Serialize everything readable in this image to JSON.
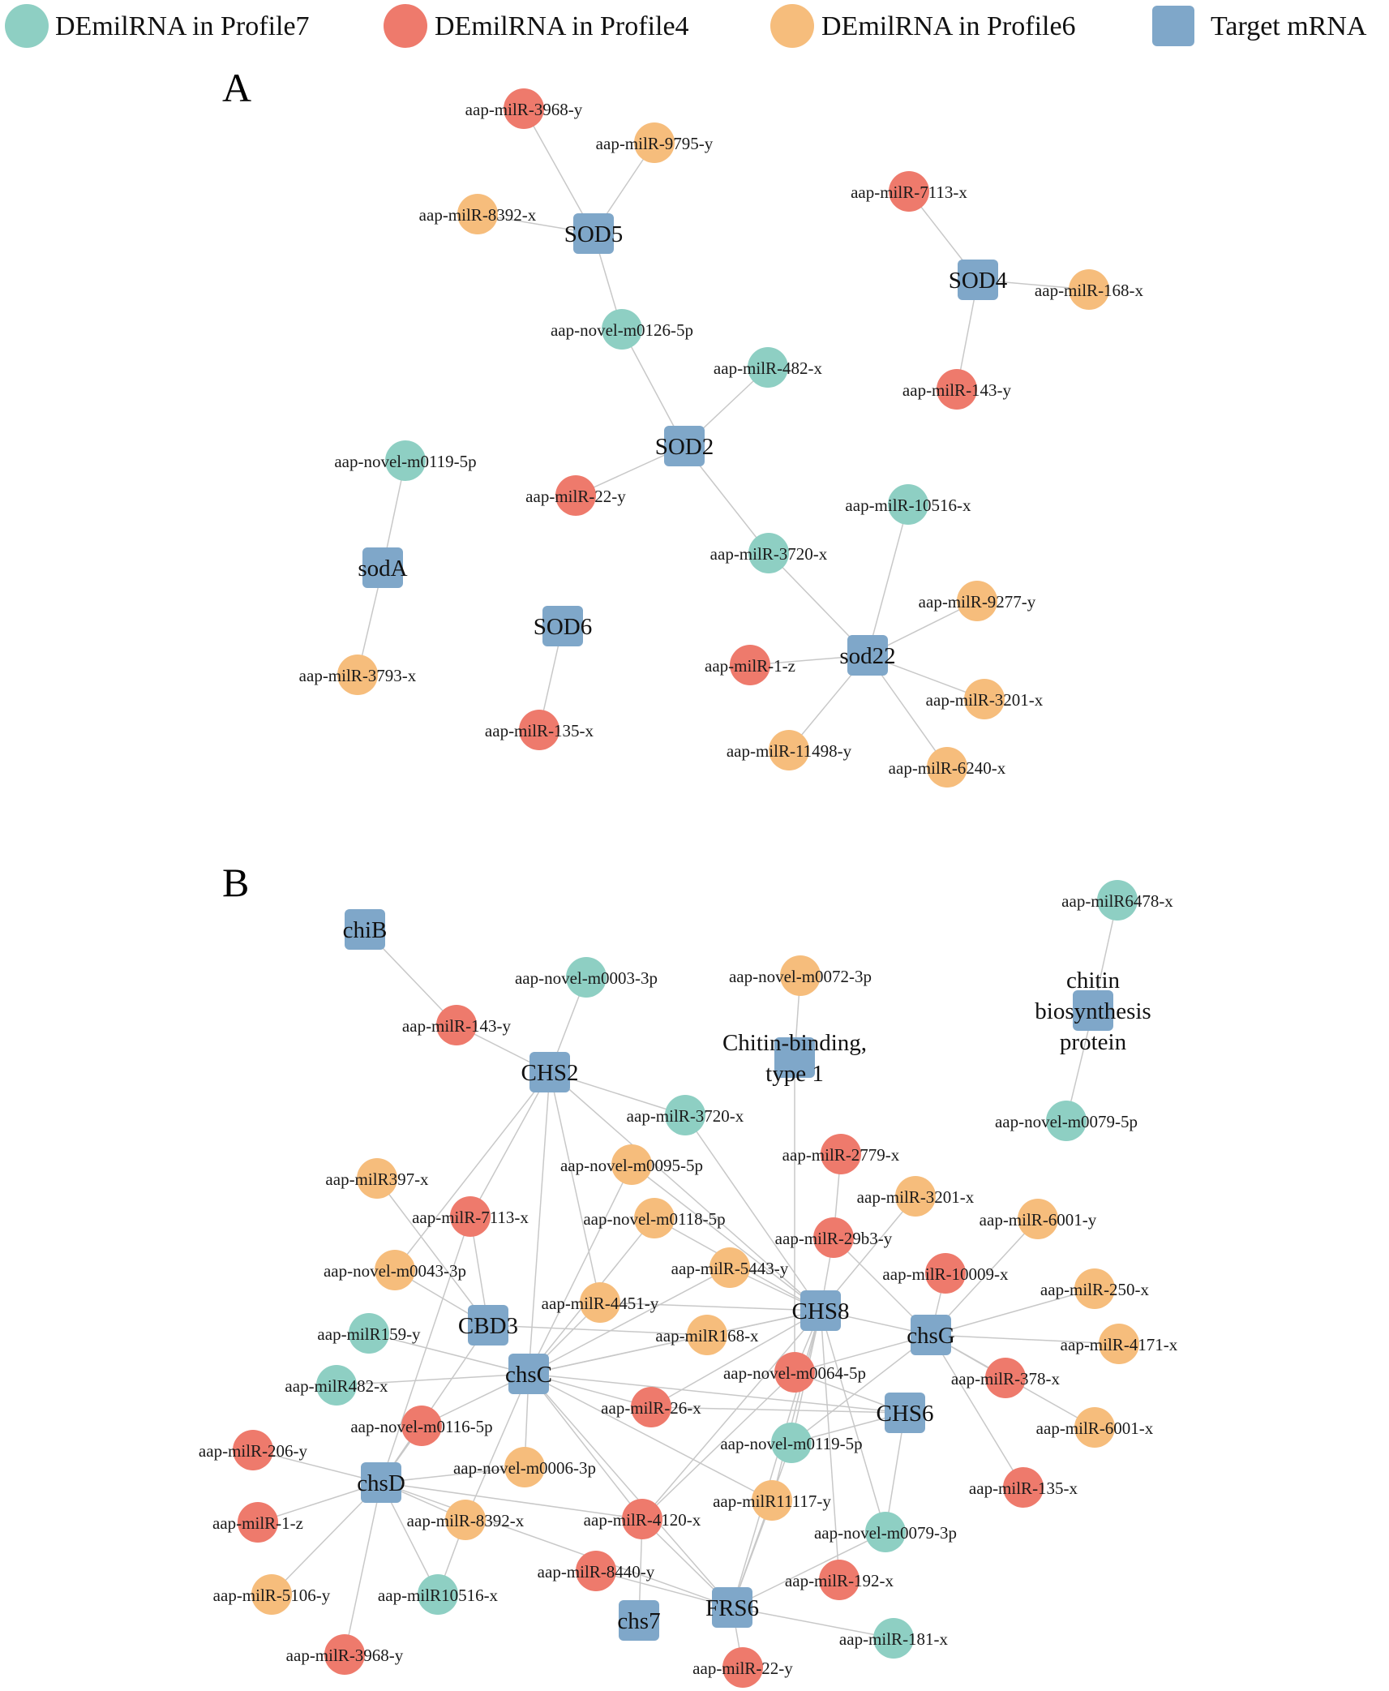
{
  "colors": {
    "profile7": "#8ecfc3",
    "profile4": "#ee7a6c",
    "profile6": "#f6bd7c",
    "target": "#7fa7c9",
    "edge": "#c8c8c8"
  },
  "legend": [
    {
      "label": "DEmilRNA in Profile7",
      "type": "profile7",
      "shape": "circle"
    },
    {
      "label": "DEmilRNA in Profile4",
      "type": "profile4",
      "shape": "circle"
    },
    {
      "label": "DEmilRNA in Profile6",
      "type": "profile6",
      "shape": "circle"
    },
    {
      "label": "Target mRNA",
      "type": "target",
      "shape": "square"
    }
  ],
  "panels": [
    {
      "label": "A"
    },
    {
      "label": "B"
    }
  ],
  "nodes": [
    {
      "id": "A_SOD5",
      "label": "SOD5",
      "type": "target"
    },
    {
      "id": "A_SOD4",
      "label": "SOD4",
      "type": "target"
    },
    {
      "id": "A_SOD2",
      "label": "SOD2",
      "type": "target"
    },
    {
      "id": "A_sodA",
      "label": "sodA",
      "type": "target"
    },
    {
      "id": "A_SOD6",
      "label": "SOD6",
      "type": "target"
    },
    {
      "id": "A_sod22",
      "label": "sod22",
      "type": "target"
    },
    {
      "id": "A_3968y",
      "label": "aap-milR-3968-y",
      "type": "profile4"
    },
    {
      "id": "A_9795y",
      "label": "aap-milR-9795-y",
      "type": "profile6"
    },
    {
      "id": "A_8392x",
      "label": "aap-milR-8392-x",
      "type": "profile6"
    },
    {
      "id": "A_7113x",
      "label": "aap-milR-7113-x",
      "type": "profile4"
    },
    {
      "id": "A_168x",
      "label": "aap-milR-168-x",
      "type": "profile6"
    },
    {
      "id": "A_143y",
      "label": "aap-milR-143-y",
      "type": "profile4"
    },
    {
      "id": "A_m0126",
      "label": "aap-novel-m0126-5p",
      "type": "profile7"
    },
    {
      "id": "A_482x",
      "label": "aap-milR-482-x",
      "type": "profile7"
    },
    {
      "id": "A_m0119",
      "label": "aap-novel-m0119-5p",
      "type": "profile7"
    },
    {
      "id": "A_22y",
      "label": "aap-milR-22-y",
      "type": "profile4"
    },
    {
      "id": "A_10516x",
      "label": "aap-milR-10516-x",
      "type": "profile7"
    },
    {
      "id": "A_3720x",
      "label": "aap-milR-3720-x",
      "type": "profile7"
    },
    {
      "id": "A_9277y",
      "label": "aap-milR-9277-y",
      "type": "profile6"
    },
    {
      "id": "A_1z",
      "label": "aap-milR-1-z",
      "type": "profile4"
    },
    {
      "id": "A_3201x",
      "label": "aap-milR-3201-x",
      "type": "profile6"
    },
    {
      "id": "A_3793x",
      "label": "aap-milR-3793-x",
      "type": "profile6"
    },
    {
      "id": "A_135x",
      "label": "aap-milR-135-x",
      "type": "profile4"
    },
    {
      "id": "A_11498y",
      "label": "aap-milR-11498-y",
      "type": "profile6"
    },
    {
      "id": "A_6240x",
      "label": "aap-milR-6240-x",
      "type": "profile6"
    },
    {
      "id": "B_chiB",
      "label": "chiB",
      "type": "target"
    },
    {
      "id": "B_CHS2",
      "label": "CHS2",
      "type": "target"
    },
    {
      "id": "B_CBT1",
      "label": "Chitin-binding, type 1",
      "type": "target"
    },
    {
      "id": "B_CBP",
      "label": "chitin biosynthesis protein",
      "type": "target"
    },
    {
      "id": "B_CBD3",
      "label": "CBD3",
      "type": "target"
    },
    {
      "id": "B_chsC",
      "label": "chsC",
      "type": "target"
    },
    {
      "id": "B_CHS8",
      "label": "CHS8",
      "type": "target"
    },
    {
      "id": "B_chsG",
      "label": "chsG",
      "type": "target"
    },
    {
      "id": "B_CHS6",
      "label": "CHS6",
      "type": "target"
    },
    {
      "id": "B_chsD",
      "label": "chsD",
      "type": "target"
    },
    {
      "id": "B_chs7",
      "label": "chs7",
      "type": "target"
    },
    {
      "id": "B_FRS6",
      "label": "FRS6",
      "type": "target"
    },
    {
      "id": "B_6478x",
      "label": "aap-milR6478-x",
      "type": "profile7"
    },
    {
      "id": "B_m0003",
      "label": "aap-novel-m0003-3p",
      "type": "profile7"
    },
    {
      "id": "B_m0072",
      "label": "aap-novel-m0072-3p",
      "type": "profile6"
    },
    {
      "id": "B_143y",
      "label": "aap-milR-143-y",
      "type": "profile4"
    },
    {
      "id": "B_m0079_5p",
      "label": "aap-novel-m0079-5p",
      "type": "profile7"
    },
    {
      "id": "B_3720x",
      "label": "aap-milR-3720-x",
      "type": "profile7"
    },
    {
      "id": "B_2779x",
      "label": "aap-milR-2779-x",
      "type": "profile4"
    },
    {
      "id": "B_397x",
      "label": "aap-milR397-x",
      "type": "profile6"
    },
    {
      "id": "B_m0095",
      "label": "aap-novel-m0095-5p",
      "type": "profile6"
    },
    {
      "id": "B_3201x",
      "label": "aap-milR-3201-x",
      "type": "profile6"
    },
    {
      "id": "B_7113x",
      "label": "aap-milR-7113-x",
      "type": "profile4"
    },
    {
      "id": "B_m0118",
      "label": "aap-novel-m0118-5p",
      "type": "profile6"
    },
    {
      "id": "B_6001y",
      "label": "aap-milR-6001-y",
      "type": "profile6"
    },
    {
      "id": "B_29b3y",
      "label": "aap-milR-29b3-y",
      "type": "profile4"
    },
    {
      "id": "B_m0043",
      "label": "aap-novel-m0043-3p",
      "type": "profile6"
    },
    {
      "id": "B_5443y",
      "label": "aap-milR-5443-y",
      "type": "profile6"
    },
    {
      "id": "B_10009x",
      "label": "aap-milR-10009-x",
      "type": "profile4"
    },
    {
      "id": "B_4451y",
      "label": "aap-milR-4451-y",
      "type": "profile6"
    },
    {
      "id": "B_250x",
      "label": "aap-milR-250-x",
      "type": "profile6"
    },
    {
      "id": "B_159y",
      "label": "aap-milR159-y",
      "type": "profile7"
    },
    {
      "id": "B_168x",
      "label": "aap-milR168-x",
      "type": "profile6"
    },
    {
      "id": "B_4171x",
      "label": "aap-milR-4171-x",
      "type": "profile6"
    },
    {
      "id": "B_m0064",
      "label": "aap-novel-m0064-5p",
      "type": "profile4"
    },
    {
      "id": "B_482x",
      "label": "aap-milR482-x",
      "type": "profile7"
    },
    {
      "id": "B_378x",
      "label": "aap-milR-378-x",
      "type": "profile4"
    },
    {
      "id": "B_26x",
      "label": "aap-milR-26-x",
      "type": "profile4"
    },
    {
      "id": "B_m0116",
      "label": "aap-novel-m0116-5p",
      "type": "profile4"
    },
    {
      "id": "B_6001x",
      "label": "aap-milR-6001-x",
      "type": "profile6"
    },
    {
      "id": "B_m0119",
      "label": "aap-novel-m0119-5p",
      "type": "profile7"
    },
    {
      "id": "B_206y",
      "label": "aap-milR-206-y",
      "type": "profile4"
    },
    {
      "id": "B_m0006",
      "label": "aap-novel-m0006-3p",
      "type": "profile6"
    },
    {
      "id": "B_135x",
      "label": "aap-milR-135-x",
      "type": "profile4"
    },
    {
      "id": "B_11117y",
      "label": "aap-milR11117-y",
      "type": "profile6"
    },
    {
      "id": "B_1z",
      "label": "aap-milR-1-z",
      "type": "profile4"
    },
    {
      "id": "B_8392x",
      "label": "aap-milR-8392-x",
      "type": "profile6"
    },
    {
      "id": "B_4120x",
      "label": "aap-milR-4120-x",
      "type": "profile4"
    },
    {
      "id": "B_m0079_3p",
      "label": "aap-novel-m0079-3p",
      "type": "profile7"
    },
    {
      "id": "B_8440y",
      "label": "aap-milR-8440-y",
      "type": "profile4"
    },
    {
      "id": "B_192x",
      "label": "aap-milR-192-x",
      "type": "profile4"
    },
    {
      "id": "B_5106y",
      "label": "aap-milR-5106-y",
      "type": "profile6"
    },
    {
      "id": "B_10516x",
      "label": "aap-milR10516-x",
      "type": "profile7"
    },
    {
      "id": "B_181x",
      "label": "aap-milR-181-x",
      "type": "profile7"
    },
    {
      "id": "B_3968y",
      "label": "aap-milR-3968-y",
      "type": "profile4"
    },
    {
      "id": "B_22y",
      "label": "aap-milR-22-y",
      "type": "profile4"
    }
  ],
  "edges": [
    [
      "A_3968y",
      "A_SOD5"
    ],
    [
      "A_9795y",
      "A_SOD5"
    ],
    [
      "A_8392x",
      "A_SOD5"
    ],
    [
      "A_m0126",
      "A_SOD5"
    ],
    [
      "A_7113x",
      "A_SOD4"
    ],
    [
      "A_168x",
      "A_SOD4"
    ],
    [
      "A_143y",
      "A_SOD4"
    ],
    [
      "A_m0126",
      "A_SOD2"
    ],
    [
      "A_482x",
      "A_SOD2"
    ],
    [
      "A_22y",
      "A_SOD2"
    ],
    [
      "A_3720x",
      "A_SOD2"
    ],
    [
      "A_m0119",
      "A_sodA"
    ],
    [
      "A_3793x",
      "A_sodA"
    ],
    [
      "A_135x",
      "A_SOD6"
    ],
    [
      "A_3720x",
      "A_sod22"
    ],
    [
      "A_10516x",
      "A_sod22"
    ],
    [
      "A_9277y",
      "A_sod22"
    ],
    [
      "A_1z",
      "A_sod22"
    ],
    [
      "A_3201x",
      "A_sod22"
    ],
    [
      "A_11498y",
      "A_sod22"
    ],
    [
      "A_6240x",
      "A_sod22"
    ],
    [
      "B_chiB",
      "B_143y"
    ],
    [
      "B_6478x",
      "B_CBP"
    ],
    [
      "B_m0079_5p",
      "B_CBP"
    ],
    [
      "B_m0072",
      "B_CBT1"
    ],
    [
      "B_CBT1",
      "B_m0064"
    ],
    [
      "B_143y",
      "B_CHS2"
    ],
    [
      "B_m0003",
      "B_CHS2"
    ],
    [
      "B_CHS2",
      "B_3720x"
    ],
    [
      "B_CHS2",
      "B_7113x"
    ],
    [
      "B_CHS2",
      "B_m0043"
    ],
    [
      "B_CHS2",
      "B_4451y"
    ],
    [
      "B_CHS2",
      "B_chsC"
    ],
    [
      "B_CHS2",
      "B_CHS8"
    ],
    [
      "B_3720x",
      "B_CHS8"
    ],
    [
      "B_2779x",
      "B_29b3y"
    ],
    [
      "B_397x",
      "B_CBD3"
    ],
    [
      "B_7113x",
      "B_CBD3"
    ],
    [
      "B_7113x",
      "B_chsD"
    ],
    [
      "B_m0095",
      "B_chsC"
    ],
    [
      "B_m0095",
      "B_CHS8"
    ],
    [
      "B_m0118",
      "B_chsC"
    ],
    [
      "B_m0118",
      "B_CHS8"
    ],
    [
      "B_3201x",
      "B_CHS8"
    ],
    [
      "B_29b3y",
      "B_CHS8"
    ],
    [
      "B_29b3y",
      "B_chsG"
    ],
    [
      "B_6001y",
      "B_chsG"
    ],
    [
      "B_10009x",
      "B_chsG"
    ],
    [
      "B_250x",
      "B_chsG"
    ],
    [
      "B_4171x",
      "B_chsG"
    ],
    [
      "B_378x",
      "B_chsG"
    ],
    [
      "B_6001x",
      "B_chsG"
    ],
    [
      "B_135x",
      "B_chsG"
    ],
    [
      "B_m0043",
      "B_CBD3"
    ],
    [
      "B_5443y",
      "B_chsC"
    ],
    [
      "B_5443y",
      "B_CHS8"
    ],
    [
      "B_4451y",
      "B_chsC"
    ],
    [
      "B_4451y",
      "B_CHS8"
    ],
    [
      "B_159y",
      "B_chsC"
    ],
    [
      "B_482x",
      "B_chsC"
    ],
    [
      "B_CBD3",
      "B_168x"
    ],
    [
      "B_CBD3",
      "B_chsD"
    ],
    [
      "B_chsC",
      "B_168x"
    ],
    [
      "B_chsC",
      "B_m0116"
    ],
    [
      "B_chsC",
      "B_8392x"
    ],
    [
      "B_chsC",
      "B_m0006"
    ],
    [
      "B_chsC",
      "B_CHS8"
    ],
    [
      "B_chsC",
      "B_26x"
    ],
    [
      "B_chsC",
      "B_CHS6"
    ],
    [
      "B_chsC",
      "B_4120x"
    ],
    [
      "B_chsC",
      "B_11117y"
    ],
    [
      "B_chsC",
      "B_FRS6"
    ],
    [
      "B_CHS8",
      "B_168x"
    ],
    [
      "B_CHS8",
      "B_m0064"
    ],
    [
      "B_CHS8",
      "B_26x"
    ],
    [
      "B_CHS8",
      "B_m0119"
    ],
    [
      "B_CHS8",
      "B_11117y"
    ],
    [
      "B_CHS8",
      "B_4120x"
    ],
    [
      "B_CHS8",
      "B_192x"
    ],
    [
      "B_CHS8",
      "B_chsG"
    ],
    [
      "B_CHS8",
      "B_m0079_3p"
    ],
    [
      "B_CHS8",
      "B_FRS6"
    ],
    [
      "B_chsG",
      "B_m0119"
    ],
    [
      "B_chsG",
      "B_m0064"
    ],
    [
      "B_CHS6",
      "B_m0064"
    ],
    [
      "B_CHS6",
      "B_m0119"
    ],
    [
      "B_CHS6",
      "B_m0079_3p"
    ],
    [
      "B_CHS6",
      "B_26x"
    ],
    [
      "B_chsD",
      "B_206y"
    ],
    [
      "B_chsD",
      "B_1z"
    ],
    [
      "B_chsD",
      "B_5106y"
    ],
    [
      "B_chsD",
      "B_10516x"
    ],
    [
      "B_chsD",
      "B_3968y"
    ],
    [
      "B_chsD",
      "B_8392x"
    ],
    [
      "B_chsD",
      "B_m0006"
    ],
    [
      "B_chsD",
      "B_4120x"
    ],
    [
      "B_chsD",
      "B_m0116"
    ],
    [
      "B_chsD",
      "B_FRS6"
    ],
    [
      "B_8392x",
      "B_10516x"
    ],
    [
      "B_4120x",
      "B_m0064"
    ],
    [
      "B_4120x",
      "B_chs7"
    ],
    [
      "B_4120x",
      "B_FRS6"
    ],
    [
      "B_8440y",
      "B_FRS6"
    ],
    [
      "B_m0119",
      "B_FRS6"
    ],
    [
      "B_11117y",
      "B_FRS6"
    ],
    [
      "B_m0079_3p",
      "B_FRS6"
    ],
    [
      "B_181x",
      "B_FRS6"
    ],
    [
      "B_22y",
      "B_FRS6"
    ]
  ]
}
